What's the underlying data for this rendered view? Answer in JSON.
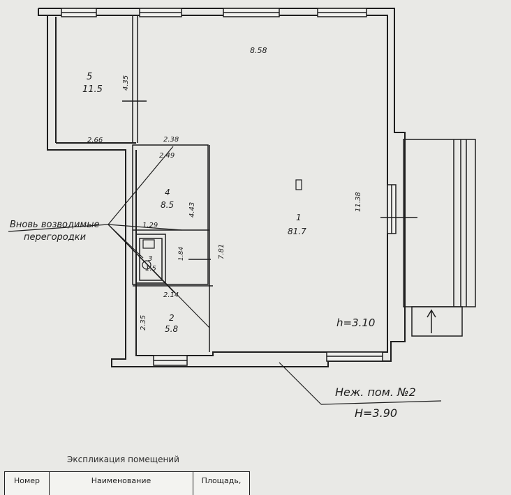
{
  "rooms": [
    {
      "id": "5",
      "area": "11.5"
    },
    {
      "id": "4",
      "area": "8.5"
    },
    {
      "id": "3",
      "area": "1.5"
    },
    {
      "id": "2",
      "area": "5.8"
    },
    {
      "id": "1",
      "area": "81.7"
    }
  ],
  "dimensions": {
    "top_width": "8.58",
    "room5_height": "4.35",
    "room5_width": "2.66",
    "corridor_width": "2.38",
    "room4_width": "2.49",
    "room4_height": "4.43",
    "room3_width": "1.29",
    "room3_height": "1.84",
    "partition_length": "7.81",
    "room2_width": "2.14",
    "room2_height": "2.35",
    "room1_height": "11.38"
  },
  "ceiling_height": "h=3.10",
  "leader_note": {
    "line1": "Вновь возводимые",
    "line2": "перегородки"
  },
  "nonres_label": {
    "title": "Неж. пом. №2",
    "height": "H=3.90"
  },
  "explication": {
    "title": "Экспликация помещений",
    "headers": [
      "Номер",
      "Наименование",
      "Площадь,"
    ]
  }
}
